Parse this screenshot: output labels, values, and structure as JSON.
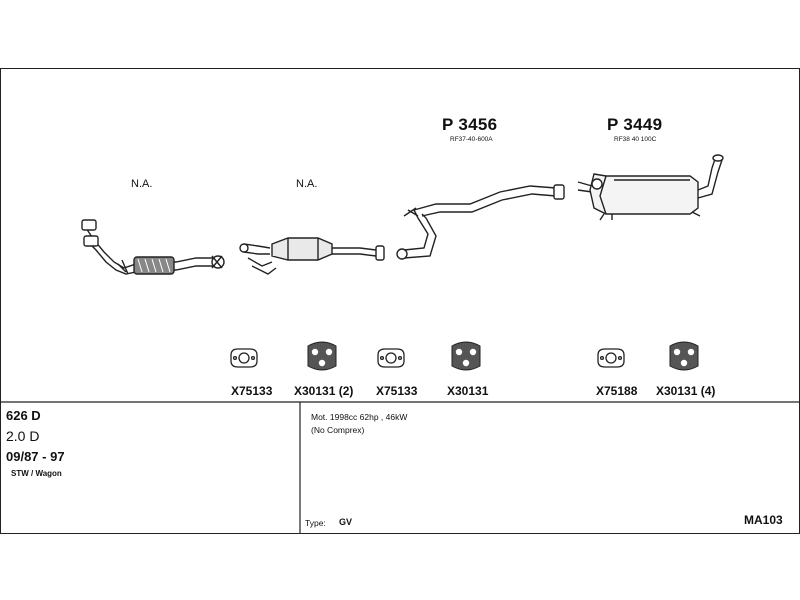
{
  "assembly_labels": {
    "na_front": "N.A.",
    "na_middle": "N.A."
  },
  "parts": {
    "middle_silencer": {
      "number": "P 3456",
      "oem": "RF37-40-600A"
    },
    "rear_silencer": {
      "number": "P 3449",
      "oem": "RF38 40 100C"
    }
  },
  "fittings": [
    {
      "label": "X75133",
      "icon": "gasket-icon"
    },
    {
      "label": "X30131 (2)",
      "icon": "rubber-mount-icon"
    },
    {
      "label": "X75133",
      "icon": "gasket-icon"
    },
    {
      "label": "X30131",
      "icon": "rubber-mount-icon"
    },
    {
      "label": "X75188",
      "icon": "gasket-icon"
    },
    {
      "label": "X30131 (4)",
      "icon": "rubber-mount-icon"
    }
  ],
  "vehicle": {
    "model": "626 D",
    "engine": "2.0 D",
    "years": "09/87 - 97",
    "body": "STW / Wagon"
  },
  "notes": {
    "motor": "Mot. 1998cc 62hp , 46kW",
    "extra": "(No Comprex)"
  },
  "type": {
    "label": "Type:",
    "value": "GV"
  },
  "system_code": "MA103"
}
